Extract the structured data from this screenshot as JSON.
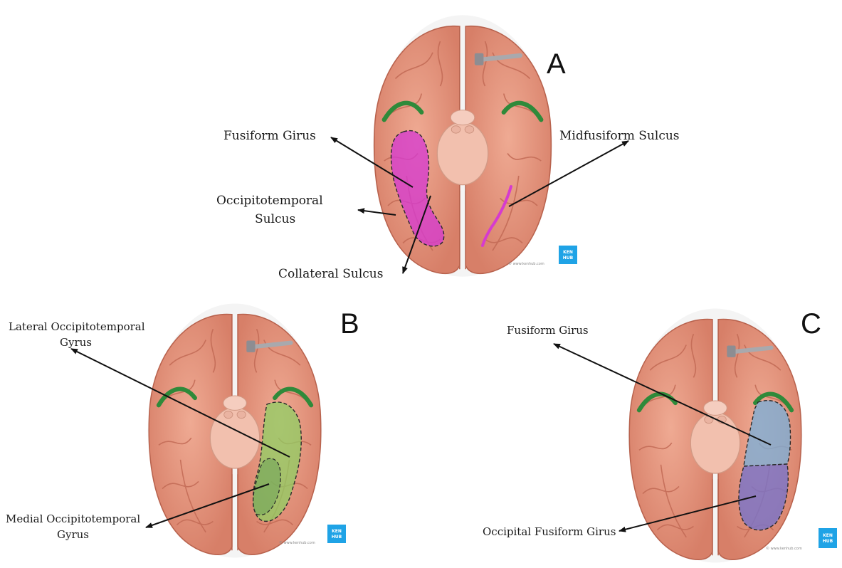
{
  "panels": [
    {
      "letter": "A",
      "labels": {
        "fusiform": "Fusiform Girus",
        "midfusiform": "Midfusiform Sulcus",
        "occipitotemporal_1": "Occipitotemporal",
        "occipitotemporal_2": "Sulcus",
        "collateral": "Collateral Sulcus"
      },
      "highlight_color": "#d63bcf",
      "credit": "© www.kenhub.com",
      "badge": [
        "KEN",
        "HUB"
      ]
    },
    {
      "letter": "B",
      "labels": {
        "lateral_1": "Lateral Occipitotemporal",
        "lateral_2": "Gyrus",
        "medial_1": "Medial Occipitotemporal",
        "medial_2": "Gyrus"
      },
      "highlight_color": "#8fcf63",
      "credit": "© www.kenhub.com",
      "badge": [
        "KEN",
        "HUB"
      ]
    },
    {
      "letter": "C",
      "labels": {
        "fusiform": "Fusiform Girus",
        "occipital_fusiform": "Occipital Fusiform Girus"
      },
      "highlight_colors": [
        "#7eaed6",
        "#7a74c8"
      ],
      "credit": "© www.kenhub.com",
      "badge": [
        "KEN",
        "HUB"
      ]
    }
  ],
  "colors": {
    "brain": "#e6967f",
    "brain_dark": "#c9735d",
    "brainstem": "#f3c4b3",
    "green_marker": "#2f8a3a",
    "badge": "#1fa3e6"
  }
}
